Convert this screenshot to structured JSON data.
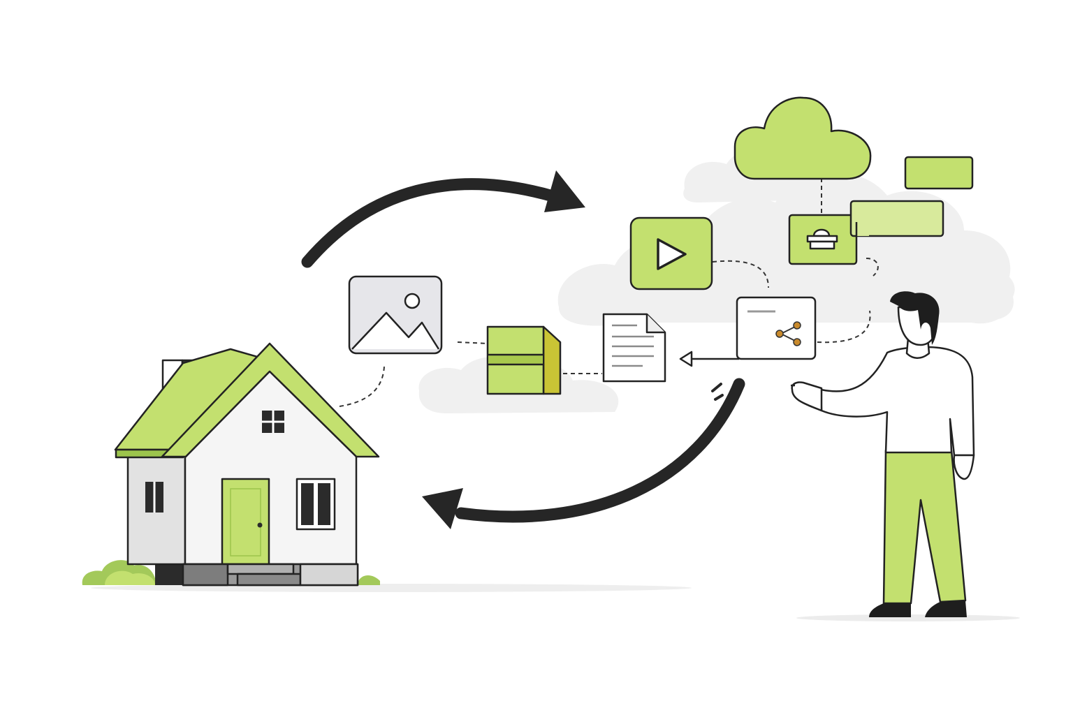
{
  "colors": {
    "accent": "#c3e06f",
    "accent_dark": "#9cc44c",
    "accent_pale": "#d8ea9c",
    "outline": "#222222",
    "arrow": "#262626",
    "cloud_gray": "#f0f0f0",
    "wall": "#f4f4f4",
    "wall_shade": "#dddddd",
    "image_frame": "#e6e6ea",
    "folder_side": "#c9c435",
    "folder_band": "#a8c94d",
    "foundation": "#8a8a8a",
    "skin": "#ffffff",
    "hair": "#1e1e1e",
    "node_orange": "#c98a2c"
  },
  "illustration": {
    "left": "house",
    "right": "person",
    "center": "content-flow",
    "nodes": [
      "image-icon",
      "folder-icon",
      "document-icon",
      "play-icon",
      "share-icon",
      "cloud-icon",
      "camera-icon",
      "label-card-icon",
      "label-card-icon"
    ],
    "arrows": [
      "curved-arrow-right",
      "curved-arrow-left"
    ]
  }
}
